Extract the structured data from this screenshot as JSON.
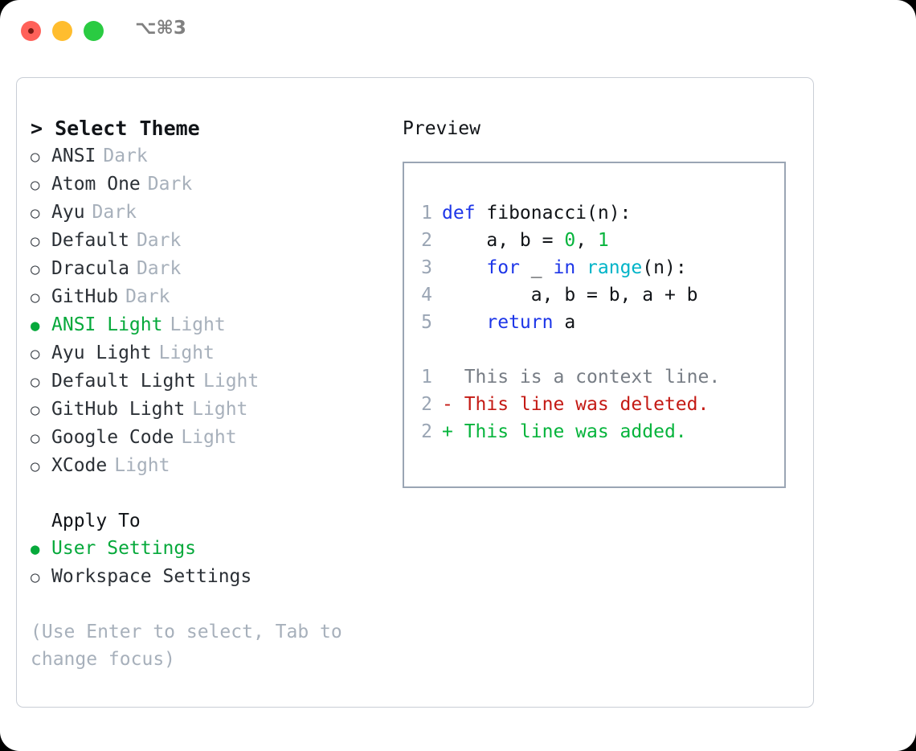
{
  "titlebar": {
    "shortcut": "⌥⌘3",
    "lights": [
      {
        "name": "close",
        "color": "#ff6159"
      },
      {
        "name": "minimize",
        "color": "#ffbd2e"
      },
      {
        "name": "zoom",
        "color": "#2acb42"
      }
    ]
  },
  "theme_panel": {
    "title": "> Select Theme",
    "themes": [
      {
        "bullet": "○",
        "name": "ANSI",
        "variant": "Dark",
        "selected": false
      },
      {
        "bullet": "○",
        "name": "Atom One",
        "variant": "Dark",
        "selected": false
      },
      {
        "bullet": "○",
        "name": "Ayu",
        "variant": "Dark",
        "selected": false
      },
      {
        "bullet": "○",
        "name": "Default",
        "variant": "Dark",
        "selected": false
      },
      {
        "bullet": "○",
        "name": "Dracula",
        "variant": "Dark",
        "selected": false
      },
      {
        "bullet": "○",
        "name": "GitHub",
        "variant": "Dark",
        "selected": false
      },
      {
        "bullet": "●",
        "name": "ANSI Light",
        "variant": "Light",
        "selected": true
      },
      {
        "bullet": "○",
        "name": "Ayu Light",
        "variant": "Light",
        "selected": false
      },
      {
        "bullet": "○",
        "name": "Default Light",
        "variant": "Light",
        "selected": false
      },
      {
        "bullet": "○",
        "name": "GitHub Light",
        "variant": "Light",
        "selected": false
      },
      {
        "bullet": "○",
        "name": "Google Code",
        "variant": "Light",
        "selected": false
      },
      {
        "bullet": "○",
        "name": "XCode",
        "variant": "Light",
        "selected": false
      }
    ],
    "apply_to": {
      "header": "Apply To",
      "options": [
        {
          "bullet": "●",
          "name": "User Settings",
          "selected": true
        },
        {
          "bullet": "○",
          "name": "Workspace Settings",
          "selected": false
        }
      ]
    },
    "hint": "(Use Enter to select, Tab to change focus)"
  },
  "preview": {
    "title": "Preview",
    "code_lines": [
      {
        "num": "1",
        "tokens": [
          {
            "t": "def ",
            "c": "kw"
          },
          {
            "t": "fibonacci(n):",
            "c": "txt"
          }
        ]
      },
      {
        "num": "2",
        "tokens": [
          {
            "t": "    a, b = ",
            "c": "txt"
          },
          {
            "t": "0",
            "c": "num"
          },
          {
            "t": ", ",
            "c": "txt"
          },
          {
            "t": "1",
            "c": "num"
          }
        ]
      },
      {
        "num": "3",
        "tokens": [
          {
            "t": "    ",
            "c": "txt"
          },
          {
            "t": "for",
            "c": "kw"
          },
          {
            "t": " _ ",
            "c": "txt"
          },
          {
            "t": "in",
            "c": "kw"
          },
          {
            "t": " ",
            "c": "txt"
          },
          {
            "t": "range",
            "c": "fn"
          },
          {
            "t": "(n):",
            "c": "txt"
          }
        ]
      },
      {
        "num": "4",
        "tokens": [
          {
            "t": "        a, b = b, a + b",
            "c": "txt"
          }
        ]
      },
      {
        "num": "5",
        "tokens": [
          {
            "t": "    ",
            "c": "txt"
          },
          {
            "t": "return",
            "c": "kw"
          },
          {
            "t": " a",
            "c": "txt"
          }
        ]
      }
    ],
    "diff_lines": [
      {
        "num": "1",
        "marker": "  ",
        "text": "This is a context line.",
        "kind": "ctx"
      },
      {
        "num": "2",
        "marker": "- ",
        "text": "This line was deleted.",
        "kind": "del"
      },
      {
        "num": "2",
        "marker": "+ ",
        "text": "This line was added.",
        "kind": "add"
      }
    ]
  },
  "colors": {
    "accent_green": "#06a93b",
    "keyword_blue": "#1d36e8",
    "function_cyan": "#00b4c8",
    "number_green": "#06b43c",
    "diff_delete_red": "#c41a14",
    "diff_add_green": "#06b43c",
    "muted_gray": "#a7b0bb",
    "border_gray": "#c9ced6",
    "preview_border": "#9aa5b4"
  }
}
